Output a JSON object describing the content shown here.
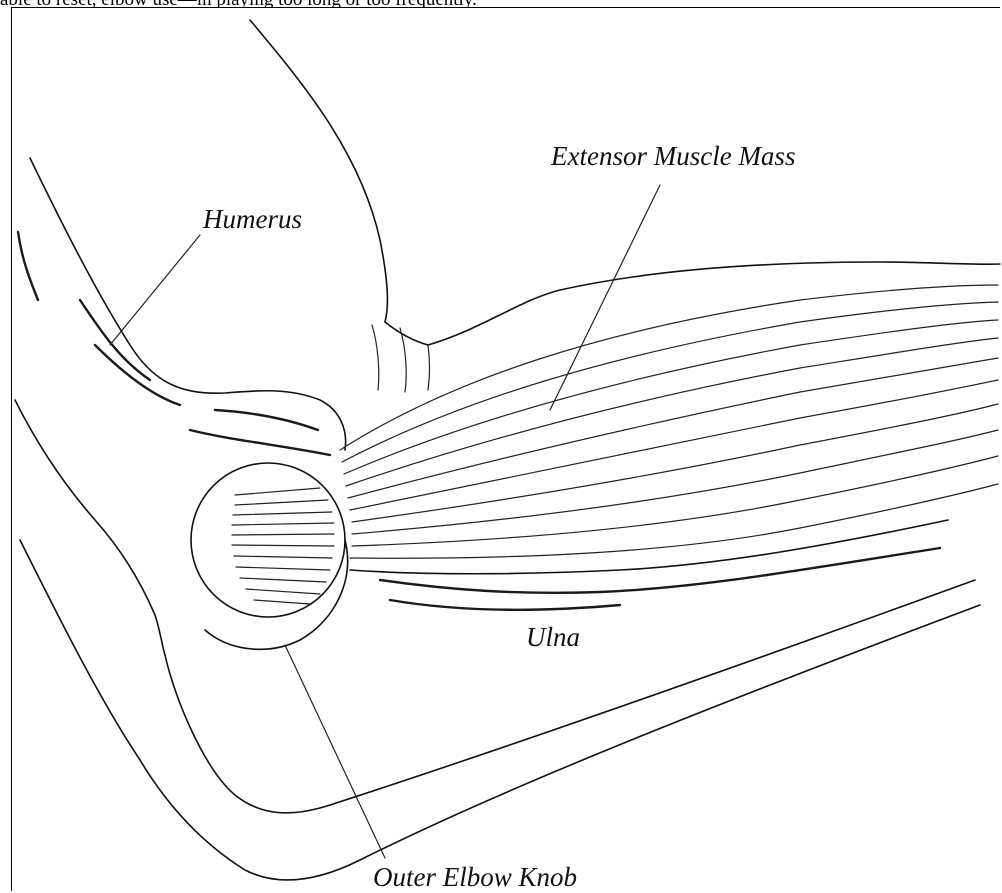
{
  "header_text": "able to reset, elbow use—in playing too long or too frequently.",
  "labels": {
    "humerus": "Humerus",
    "extensor": "Extensor Muscle Mass",
    "ulna": "Ulna",
    "outer_knob": "Outer Elbow Knob"
  }
}
